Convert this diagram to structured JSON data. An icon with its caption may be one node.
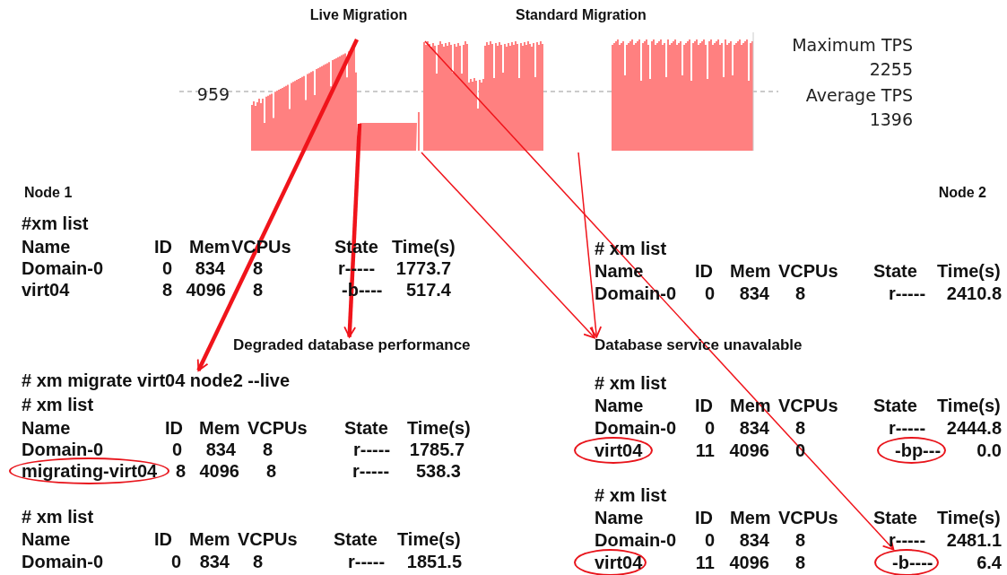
{
  "diagram": {
    "nodes": [
      {
        "text": [],
        "shape": "picture"
      },
      {
        "text": [
          "Degraded database performance"
        ]
      },
      {
        "text": [
          "Database service unavalable"
        ]
      },
      {
        "text": [
          "# xm migrate virt04 node2 --live"
        ]
      },
      {
        "text": [
          "virt04"
        ]
      },
      {
        "text": [
          "-bp---"
        ]
      },
      {
        "text": [
          "migrating-virt04"
        ]
      },
      {
        "text": [
          "virt04"
        ]
      },
      {
        "text": [
          "-b----"
        ]
      }
    ],
    "edges": [
      {
        "from": 0,
        "to": 3,
        "arrow": "to",
        "style": "thick"
      },
      {
        "from": 0,
        "to": 1,
        "arrow": "to",
        "style": "thick"
      },
      {
        "from": 0,
        "to": 2,
        "arrow": "to"
      },
      {
        "from": 0,
        "to": 2,
        "arrow": "to"
      },
      {
        "from": 0,
        "to": 8,
        "arrow": "to"
      }
    ],
    "labels": [
      "Live Migration",
      "Standard Migration",
      "959",
      "Maximum TPS",
      "2255",
      "Average TPS",
      "1396",
      "Node 1",
      "Node 2",
      "#xm list",
      "Name",
      "ID",
      "Mem",
      "VCPUs",
      "State",
      "Time(s)",
      "Domain-0",
      "0",
      "834",
      "8",
      "r-----",
      "1773.7",
      "virt04",
      "8",
      "4096",
      "8",
      "-b----",
      "517.4",
      "# xm list",
      "Name",
      "ID",
      "Mem",
      "VCPUs",
      "State",
      "Time(s)",
      "Domain-0",
      "0",
      "834",
      "8",
      "r-----",
      "2410.8",
      "# xm list",
      "Name",
      "ID",
      "Mem",
      "VCPUs",
      "State",
      "Time(s)",
      "Domain-0",
      "0",
      "834",
      "8",
      "r-----",
      "1785.7",
      "8",
      "4096",
      "8",
      "r-----",
      "538.3",
      "# xm list",
      "Name",
      "ID",
      "Mem",
      "VCPUs",
      "State",
      "Time(s)",
      "Domain-0",
      "0",
      "834",
      "8",
      "r-----",
      "2444.8",
      "11",
      "4096",
      "0",
      "0.0",
      "# xm list",
      "Name",
      "ID",
      "Mem",
      "VCPUs",
      "State",
      "Time(s)",
      "Domain-0",
      "0",
      "834",
      "8",
      "r-----",
      "1851.5",
      "# xm list",
      "Name",
      "ID",
      "Mem",
      "VCPUs",
      "State",
      "Time(s)",
      "Domain-0",
      "0",
      "834",
      "8",
      "r-----",
      "2481.1",
      "11",
      "4096",
      "8",
      "6.4"
    ]
  }
}
